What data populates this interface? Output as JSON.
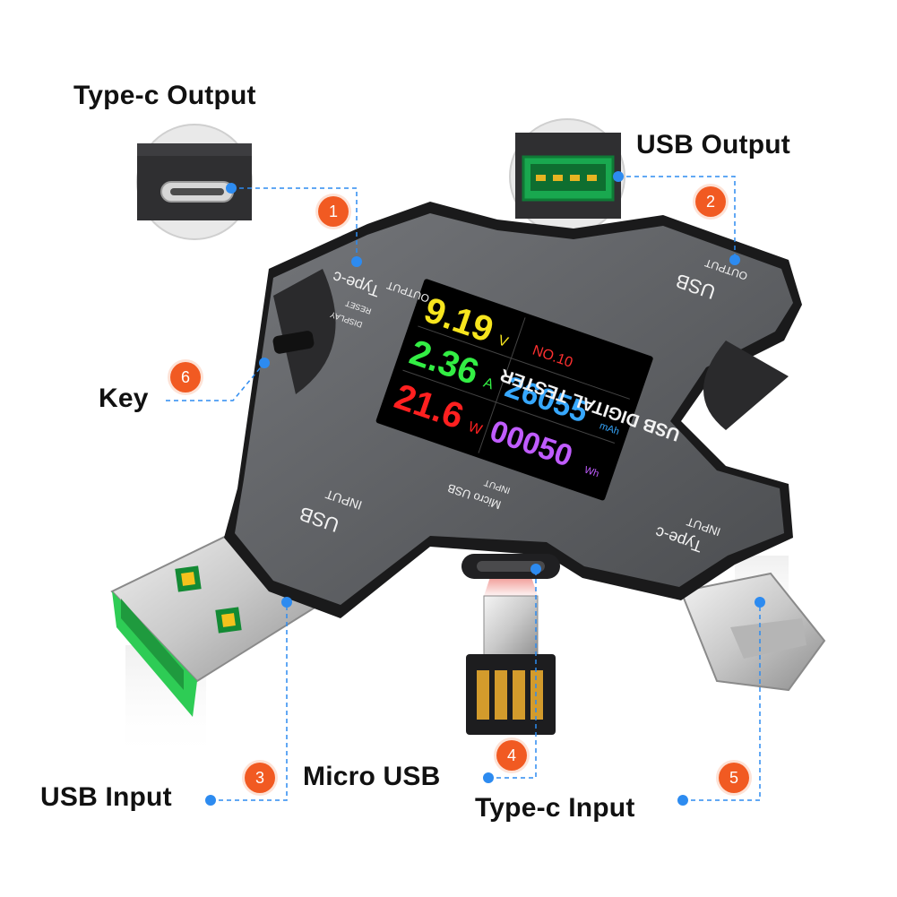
{
  "callouts": {
    "typec_output": "Type-c Output",
    "usb_output": "USB Output",
    "key": "Key",
    "usb_input": "USB Input",
    "micro_usb": "Micro USB",
    "typec_input": "Type-c Input"
  },
  "badges": [
    "1",
    "2",
    "3",
    "4",
    "5",
    "6"
  ],
  "device": {
    "title": "USB DIGITAL TESTER",
    "port_typec_output": [
      "Type-c",
      "OUTPUT"
    ],
    "port_usb_output": [
      "USB",
      "OUTPUT"
    ],
    "port_usb_input": [
      "USB",
      "INPUT"
    ],
    "port_typec_input": [
      "Type-c",
      "INPUT"
    ],
    "port_micro_input": [
      "Micro USB",
      "INPUT"
    ],
    "key_labels": [
      "RESET",
      "DISPLAY"
    ]
  },
  "display": {
    "voltage": "9.19",
    "voltage_unit": "V",
    "record": "NO.10",
    "current": "2.36",
    "current_unit": "A",
    "power": "21.6",
    "power_unit": "W",
    "capacity": "26055",
    "capacity_unit": "mAh",
    "energy": "00050",
    "energy_unit": "Wh"
  },
  "colors": {
    "accent_badge": "#f15a22",
    "leader_line": "#2d8bf0",
    "body": "#595b5e",
    "screen": "#000000"
  }
}
